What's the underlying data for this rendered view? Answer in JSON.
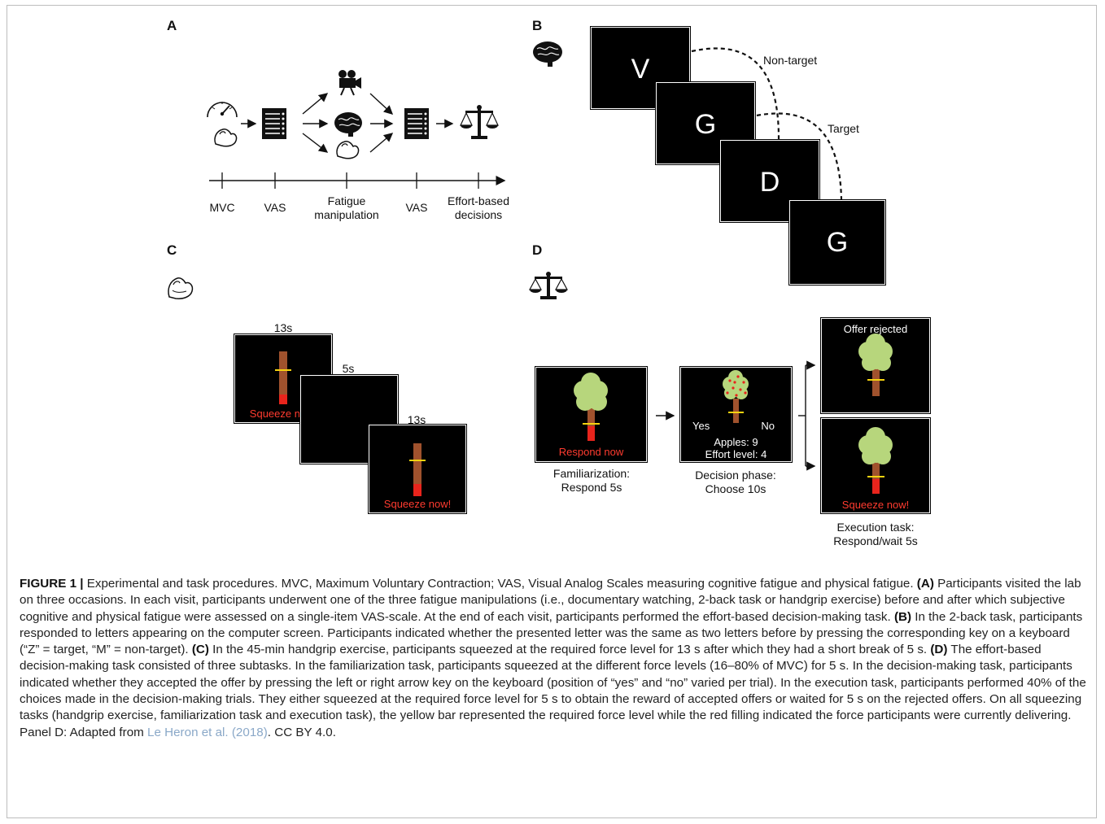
{
  "panels": {
    "a": {
      "label": "A",
      "timeline": [
        "MVC",
        "VAS",
        "Fatigue\nmanipulation",
        "VAS",
        "Effort-based\ndecisions"
      ]
    },
    "b": {
      "label": "B",
      "letters": [
        "V",
        "G",
        "D",
        "G"
      ],
      "non_target": "Non-target",
      "target": "Target"
    },
    "c": {
      "label": "C",
      "t1": "13s",
      "t2": "5s",
      "t3": "13s",
      "squeeze": "Squeeze now!"
    },
    "d": {
      "label": "D",
      "respond_now": "Respond now",
      "yes": "Yes",
      "no": "No",
      "apples": "Apples: 9",
      "effort": "Effort level: 4",
      "offer_rejected": "Offer rejected",
      "squeeze": "Squeeze now!",
      "cap_fam": "Familiarization:\nRespond 5s",
      "cap_dec": "Decision phase:\nChoose 10s",
      "cap_exec": "Execution task:\nRespond/wait 5s"
    }
  },
  "caption": {
    "fig": "FIGURE 1 |",
    "intro": " Experimental and task procedures. MVC, Maximum Voluntary Contraction; VAS, Visual Analog Scales measuring cognitive fatigue and physical fatigue. ",
    "a_label": "(A)",
    "a_text": " Participants visited the lab on three occasions. In each visit, participants underwent one of the three fatigue manipulations (i.e., documentary watching, 2-back task or handgrip exercise) before and after which subjective cognitive and physical fatigue were assessed on a single-item VAS-scale. At the end of each visit, participants performed the effort-based decision-making task. ",
    "b_label": "(B)",
    "b_text": " In the 2-back task, participants responded to letters appearing on the computer screen. Participants indicated whether the presented letter was the same as two letters before by pressing the corresponding key on a keyboard (“Z” = target, “M” = non-target). ",
    "c_label": "(C)",
    "c_text": " In the 45-min handgrip exercise, participants squeezed at the required force level for 13 s after which they had a short break of 5 s. ",
    "d_label": "(D)",
    "d_text": " The effort-based decision-making task consisted of three subtasks. In the familiarization task, participants squeezed at the different force levels (16–80% of MVC) for 5 s. In the decision-making task, participants indicated whether they accepted the offer by pressing the left or right arrow key on the keyboard (position of “yes” and “no” varied per trial). In the execution task, participants performed 40% of the choices made in the decision-making trials. They either squeezed at the required force level for 5 s to obtain the reward of accepted offers or waited for 5 s on the rejected offers. On all squeezing tasks (handgrip exercise, familiarization task and execution task), the yellow bar represented the required force level while the red filling indicated the force participants were currently delivering. Panel D: Adapted from ",
    "link": "Le Heron et al. (2018)",
    "end": ". CC BY 4.0."
  }
}
